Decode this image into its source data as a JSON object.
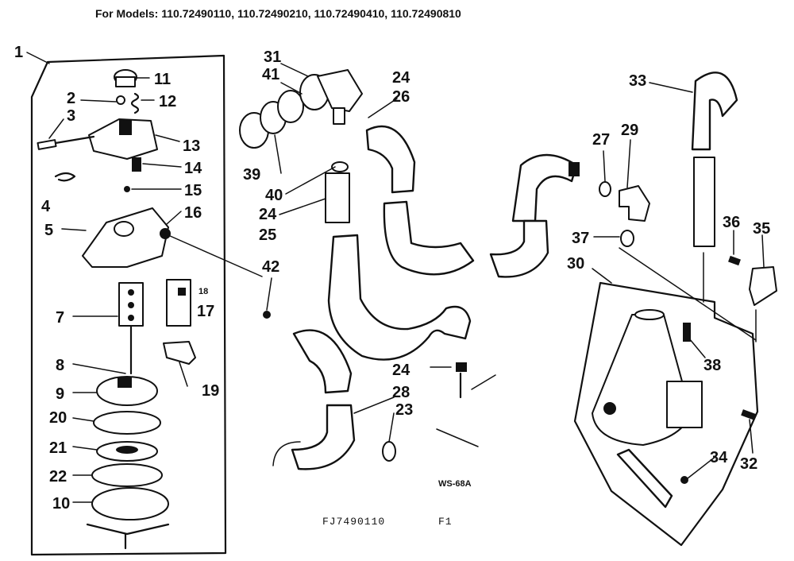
{
  "header": {
    "models_text": "For Models: 110.72490110, 110.72490210, 110.72490410, 110.72490810"
  },
  "footer": {
    "drawing_code": "FJ7490110",
    "page_code": "F1",
    "ws_code": "WS-68A"
  },
  "labels": [
    "1",
    "2",
    "3",
    "4",
    "5",
    "7",
    "8",
    "9",
    "10",
    "11",
    "12",
    "13",
    "14",
    "15",
    "16",
    "17",
    "18",
    "19",
    "20",
    "21",
    "22",
    "23",
    "24",
    "24",
    "24",
    "25",
    "26",
    "27",
    "28",
    "29",
    "30",
    "31",
    "32",
    "33",
    "34",
    "35",
    "36",
    "37",
    "38",
    "39",
    "40",
    "41",
    "42"
  ],
  "colors": {
    "ink": "#111111",
    "paper": "#ffffff"
  }
}
